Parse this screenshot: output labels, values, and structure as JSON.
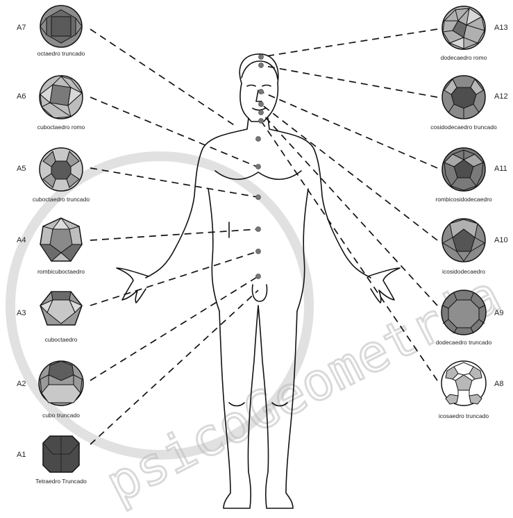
{
  "polyhedra": [
    {
      "code": "A7",
      "name": "octaedro truncado",
      "shape": "truncated-octahedron-icon"
    },
    {
      "code": "A6",
      "name": "cuboctaedro romo",
      "shape": "snub-cube-icon"
    },
    {
      "code": "A5",
      "name": "cuboctaedro truncado",
      "shape": "truncated-cuboctahedron-icon"
    },
    {
      "code": "A4",
      "name": "rombicuboctaedro",
      "shape": "rhombicuboctahedron-icon"
    },
    {
      "code": "A3",
      "name": "cuboctaedro",
      "shape": "cuboctahedron-icon"
    },
    {
      "code": "A2",
      "name": "cubo truncado",
      "shape": "truncated-cube-icon"
    },
    {
      "code": "A1",
      "name": "Tetraedro Truncado",
      "shape": "truncated-tetrahedron-icon"
    },
    {
      "code": "A13",
      "name": "dodecaedro romo",
      "shape": "snub-dodecahedron-icon"
    },
    {
      "code": "A12",
      "name": "cosidodecaedro truncado",
      "shape": "truncated-icosidodecahedron-icon"
    },
    {
      "code": "A11",
      "name": "rombicosidodecaedro",
      "shape": "rhombicosidodecahedron-icon"
    },
    {
      "code": "A10",
      "name": "icosidodecaedro",
      "shape": "icosidodecahedron-icon"
    },
    {
      "code": "A9",
      "name": "dodecaedro truncado",
      "shape": "truncated-dodecahedron-icon"
    },
    {
      "code": "A8",
      "name": "icosaedro truncado",
      "shape": "truncated-icosahedron-icon"
    }
  ],
  "watermark": "psicoGeometria",
  "colors": {
    "line": "#111111",
    "face_dark": "#5a5a5a",
    "face_mid": "#8c8c8c",
    "face_light": "#c8c8c8",
    "watermark": "#bbbbbb"
  }
}
